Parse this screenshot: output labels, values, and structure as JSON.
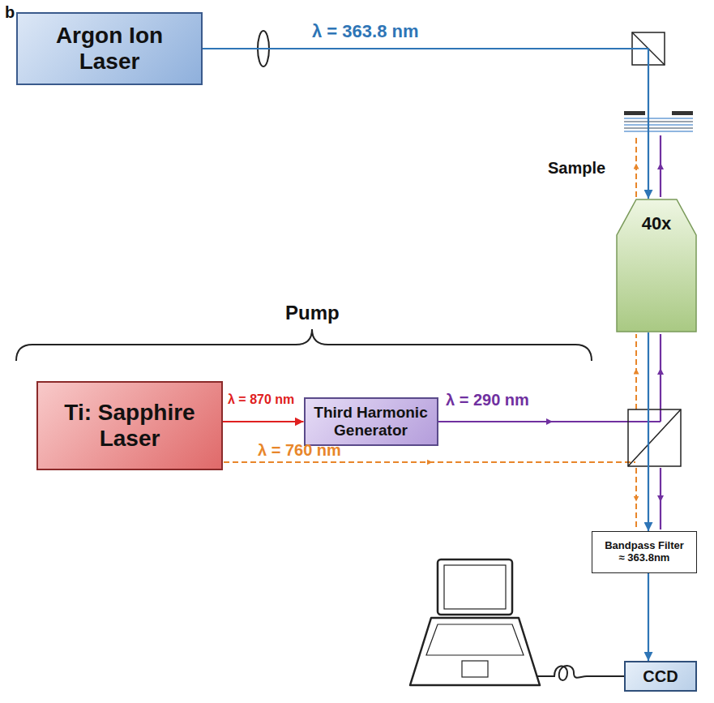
{
  "diagram": {
    "nodes": [
      {
        "text": [
          "Argon Ion Laser"
        ]
      },
      {
        "text": [
          "40x"
        ]
      },
      {
        "text": [
          "Ti: Sapphire Laser"
        ]
      },
      {
        "text": [
          "Third Harmonic Generator"
        ]
      },
      {
        "text": [
          "Bandpass Filter ≈ 363.8nm"
        ]
      },
      {
        "text": [
          "CCD"
        ]
      }
    ],
    "edges": [
      {
        "from": 0,
        "to": 1,
        "arrow": "to"
      },
      {
        "from": 2,
        "to": 3,
        "arrow": "to"
      },
      {
        "from": 1,
        "to": 4,
        "arrow": "to"
      },
      {
        "from": 4,
        "to": 5,
        "arrow": "to"
      }
    ],
    "labels": [
      "b",
      "λ = 363.8 nm",
      "Sample",
      "Pump",
      "λ = 870 nm",
      "λ = 290 nm",
      "λ = 760 nm"
    ]
  }
}
